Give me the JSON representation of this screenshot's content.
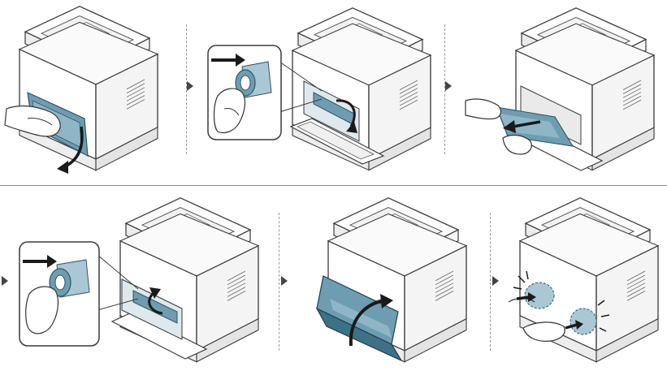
{
  "figure": {
    "steps": [
      {
        "id": 1,
        "action": "open-rear-cover"
      },
      {
        "id": 2,
        "action": "push-fuser-lever-down"
      },
      {
        "id": 3,
        "action": "pull-out-jammed-paper"
      },
      {
        "id": 4,
        "action": "return-fuser-lever"
      },
      {
        "id": 5,
        "action": "close-rear-cover"
      },
      {
        "id": 6,
        "action": "press-side-panels"
      }
    ],
    "colors": {
      "outline": "#3a3a3a",
      "body": "#ffffff",
      "shade": "#e6e6e6",
      "accent": "#3d7188",
      "accent_light": "#a9c7d4",
      "paper": "#6e9db1",
      "arrow": "#1a1a1a"
    }
  }
}
